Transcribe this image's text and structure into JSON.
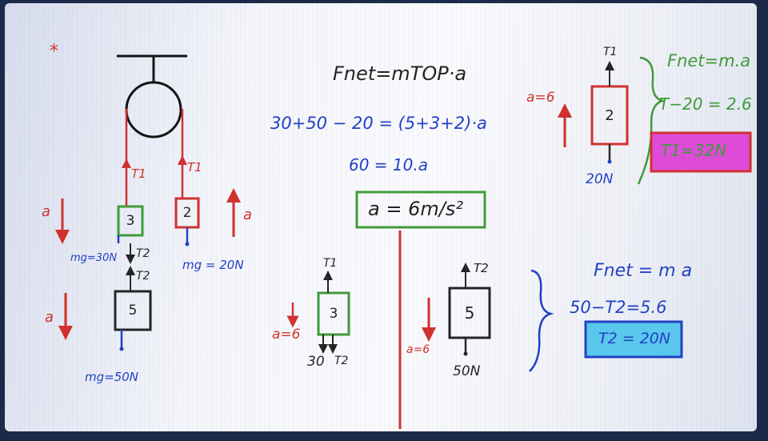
{
  "left_diagram": {
    "star": "*",
    "t1_left": "T1",
    "t1_right": "T1",
    "block3": "3",
    "block2": "2",
    "block5": "5",
    "a_left_top": "a",
    "a_right": "a",
    "a_left_bottom": "a",
    "mg30": "mg=30N",
    "mg20": "mg = 20N",
    "mg50": "mg=50N",
    "t2_down": "T2",
    "t2_up": "T2"
  },
  "center": {
    "eq1": "Fnet=mTOP·a",
    "eq2": "30+50 − 20 = (5+3+2)·a",
    "eq3": "60 = 10.a",
    "result": "a = 6m/s²"
  },
  "fbd3": {
    "t1": "T1",
    "block": "3",
    "a": "a=6",
    "weight": "30",
    "t2": "T2"
  },
  "fbd5": {
    "t2": "T2",
    "block": "5",
    "a": "a=6",
    "weight": "50N"
  },
  "eq_right": {
    "fnet": "Fnet = m a",
    "eq": "50−T2=5.6",
    "result": "T2 = 20N"
  },
  "fbd2": {
    "t1": "T1",
    "a": "a=6",
    "block": "2",
    "weight": "20N",
    "fnet": "Fnet=m.a",
    "eq": "T−20 = 2.6",
    "result": "T1=32N"
  },
  "colors": {
    "red": "#d0302c",
    "blue": "#1f3fc4",
    "green": "#3f9a3a",
    "black": "#222222",
    "highlight_magenta": "#e04ad8",
    "highlight_cyan": "#58c8ee"
  }
}
